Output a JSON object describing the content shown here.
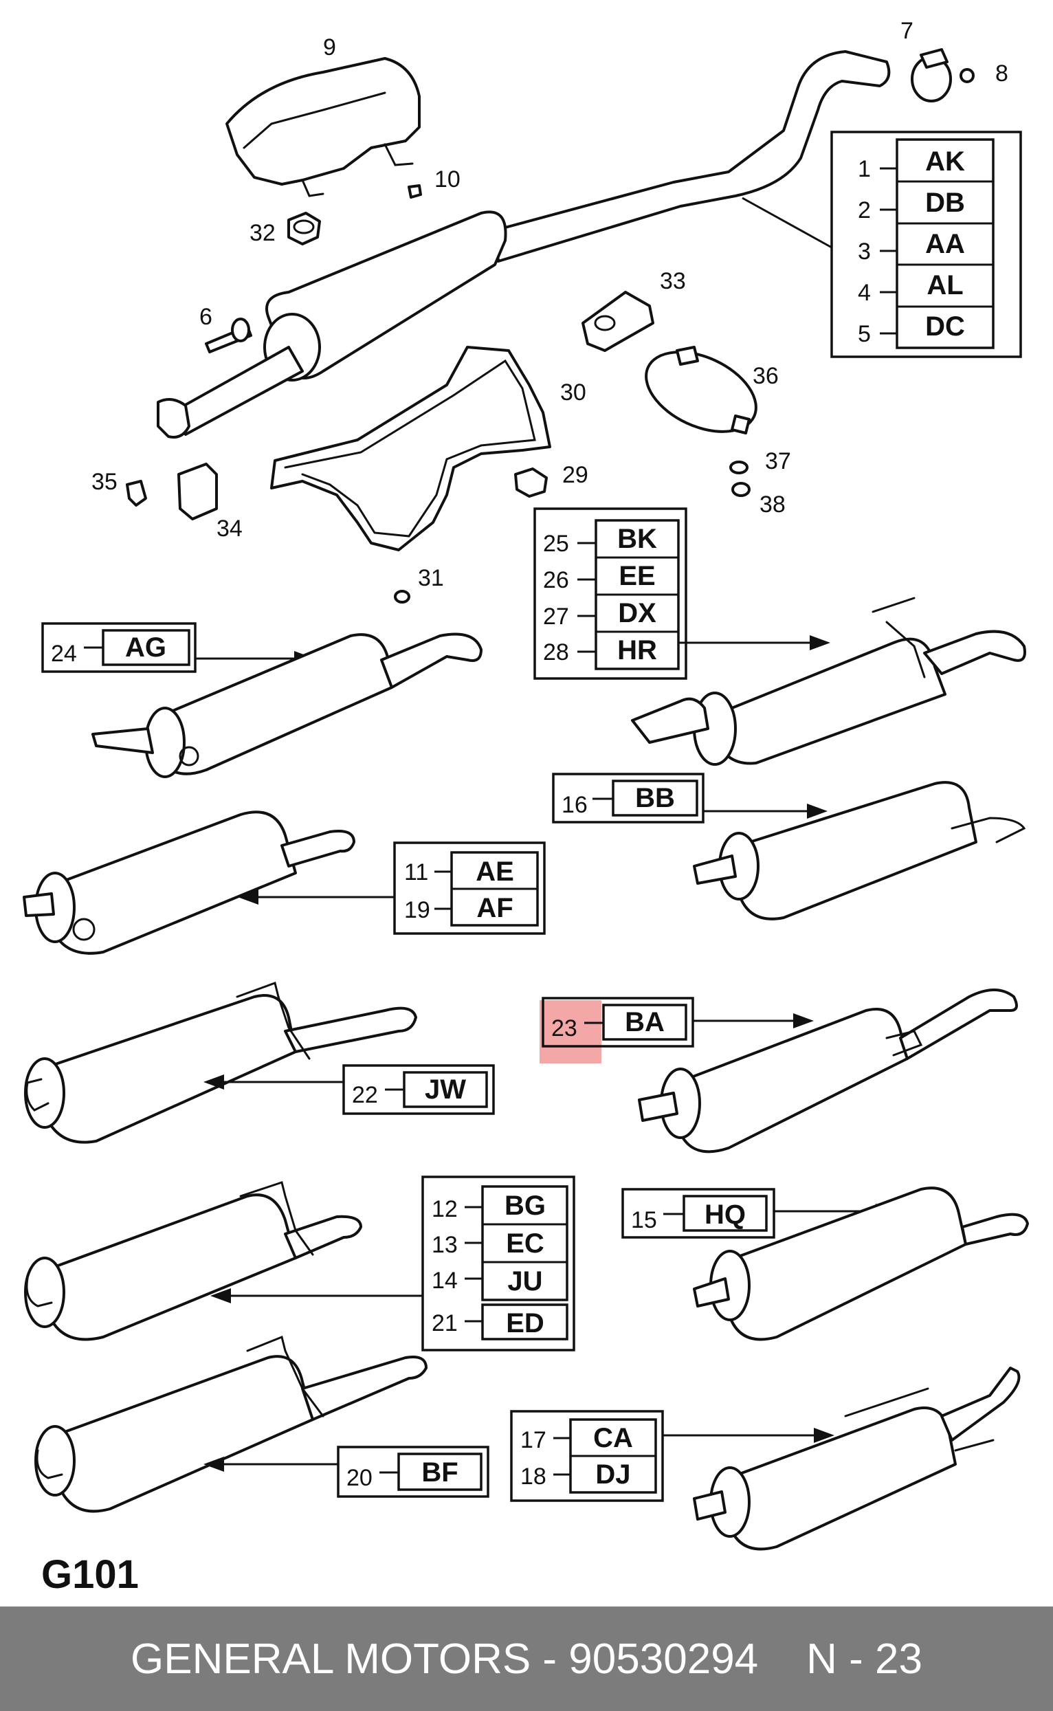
{
  "diagram_id": "G101",
  "footer": {
    "brand_part": "GENERAL MOTORS - 90530294",
    "page": "N - 23"
  },
  "callouts": {
    "c6": "6",
    "c7": "7",
    "c8": "8",
    "c9": "9",
    "c10": "10",
    "c29": "29",
    "c30": "30",
    "c31": "31",
    "c32": "32",
    "c33": "33",
    "c34": "34",
    "c35": "35",
    "c36": "36",
    "c37": "37",
    "c38": "38"
  },
  "boxes": {
    "box1_5": [
      {
        "n": "1",
        "code": "AK"
      },
      {
        "n": "2",
        "code": "DB"
      },
      {
        "n": "3",
        "code": "AA"
      },
      {
        "n": "4",
        "code": "AL"
      },
      {
        "n": "5",
        "code": "DC"
      }
    ],
    "box25_28": [
      {
        "n": "25",
        "code": "BK"
      },
      {
        "n": "26",
        "code": "EE"
      },
      {
        "n": "27",
        "code": "DX"
      },
      {
        "n": "28",
        "code": "HR"
      }
    ],
    "box24": {
      "n": "24",
      "code": "AG"
    },
    "box16": {
      "n": "16",
      "code": "BB"
    },
    "box11_19": [
      {
        "n": "11",
        "code": "AE"
      },
      {
        "n": "19",
        "code": "AF"
      }
    ],
    "box23": {
      "n": "23",
      "code": "BA"
    },
    "box22": {
      "n": "22",
      "code": "JW"
    },
    "box12_21": [
      {
        "n": "12",
        "code": "BG"
      },
      {
        "n": "13",
        "code": "EC"
      },
      {
        "n": "14",
        "code": "JU"
      },
      {
        "n": "21",
        "code": "ED"
      }
    ],
    "box15": {
      "n": "15",
      "code": "HQ"
    },
    "box20": {
      "n": "20",
      "code": "BF"
    },
    "box17_18": [
      {
        "n": "17",
        "code": "CA"
      },
      {
        "n": "18",
        "code": "DJ"
      }
    ]
  },
  "highlight_color": "#f08a8a",
  "footer_color": "#7c7c7c"
}
